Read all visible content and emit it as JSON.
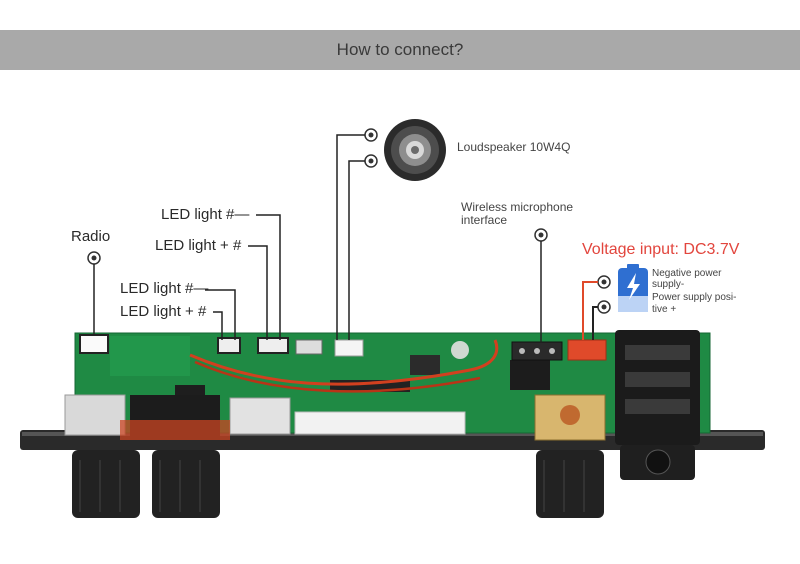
{
  "header": {
    "title": "How to connect?"
  },
  "labels": {
    "radio": "Radio",
    "led_1": "LED light #—",
    "led_2": "LED light + #",
    "led_3": "LED light #—",
    "led_4": "LED light + #",
    "loudspeaker": "Loudspeaker 10W4Q",
    "wireless_line1": "Wireless microphone",
    "wireless_line2": "interface",
    "voltage": "Voltage input: DC3.7V",
    "negative": "Negative power",
    "negative_2": "supply-",
    "positive": "Power supply posi-",
    "positive_2": "tive +"
  },
  "colors": {
    "pcb": "#1f8a44",
    "header_bar": "#a9a9a9",
    "voltage_text": "#e2453d",
    "connector_red": "#e04a2a"
  },
  "icons": [
    "loudspeaker-icon",
    "battery-icon",
    "lightning-icon"
  ]
}
